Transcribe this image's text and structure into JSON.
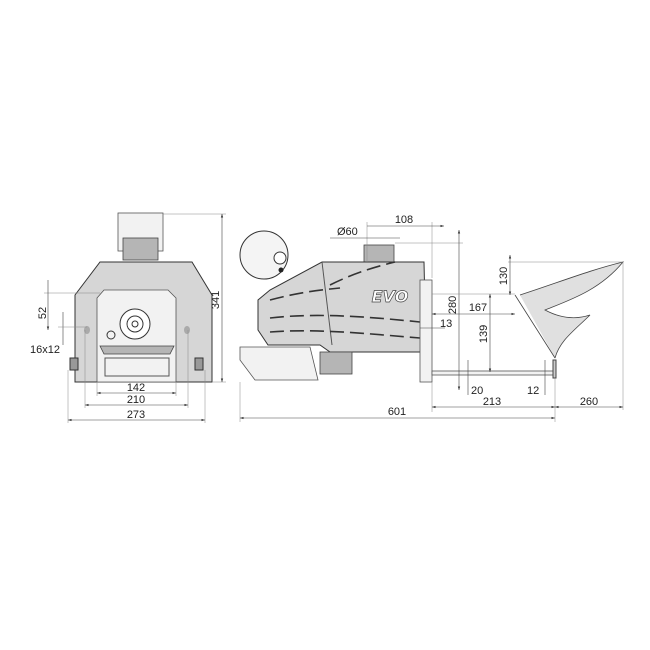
{
  "drawing": {
    "brand_mark": "EVO",
    "front_view": {
      "height": "341",
      "opening_offset": "52",
      "bolt_slot": "16x12",
      "inner_width": "142",
      "bolt_spacing": "210",
      "overall_width": "273"
    },
    "side_view": {
      "flue_diameter": "Ø60",
      "flue_offset": "108",
      "flange_height": "280",
      "flame_depth": "167",
      "flange_gap": "13",
      "tube_height": "139",
      "flame_height": "130",
      "tube_offset": "20",
      "tube_end": "12",
      "tube_length": "213",
      "flame_length": "260",
      "overall_length": "601"
    }
  }
}
